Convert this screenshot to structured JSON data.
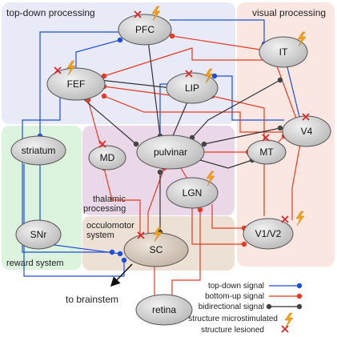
{
  "regions": {
    "top_down": "top-down processing",
    "visual": "visual processing",
    "thalamic_line1": "thalamic",
    "thalamic_line2": "processing",
    "oculomotor_line1": "occulomotor",
    "oculomotor_line2": "system",
    "reward": "reward system"
  },
  "nodes": {
    "pfc": "PFC",
    "it": "IT",
    "fef": "FEF",
    "lip": "LIP",
    "v4": "V4",
    "striatum": "striatum",
    "md": "MD",
    "pulvinar": "pulvinar",
    "mt": "MT",
    "lgn": "LGN",
    "snr": "SNr",
    "sc": "SC",
    "v1v2": "V1/V2",
    "retina": "retina"
  },
  "to_brainstem": "to brainstem",
  "legend": {
    "top_down": "top-down signal",
    "bottom_up": "bottom-up signal",
    "bidirectional": "bidirectional signal",
    "microstim": "structure microstimulated",
    "lesioned": "structure lesioned"
  },
  "colors": {
    "top_down": "#1f4fd6",
    "bottom_up": "#e83a22",
    "bidirectional": "#333333",
    "lesion_mark": "#e02020",
    "bolt": "#f2a51c"
  }
}
